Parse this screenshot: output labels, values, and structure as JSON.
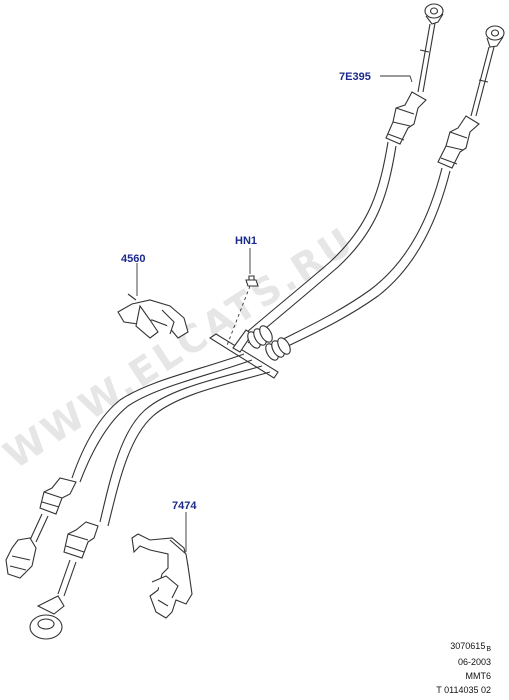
{
  "watermark": "WWW.ELCATS.RU",
  "callouts": {
    "cable_assembly": "7E395",
    "clip": "4560",
    "fastener": "HN1",
    "bracket": "7474"
  },
  "footer": {
    "drawing_no": "3070615",
    "drawing_suffix": "B",
    "date": "06-2003",
    "model_code": "MMT6",
    "ref_code": "T 0114035 02"
  }
}
